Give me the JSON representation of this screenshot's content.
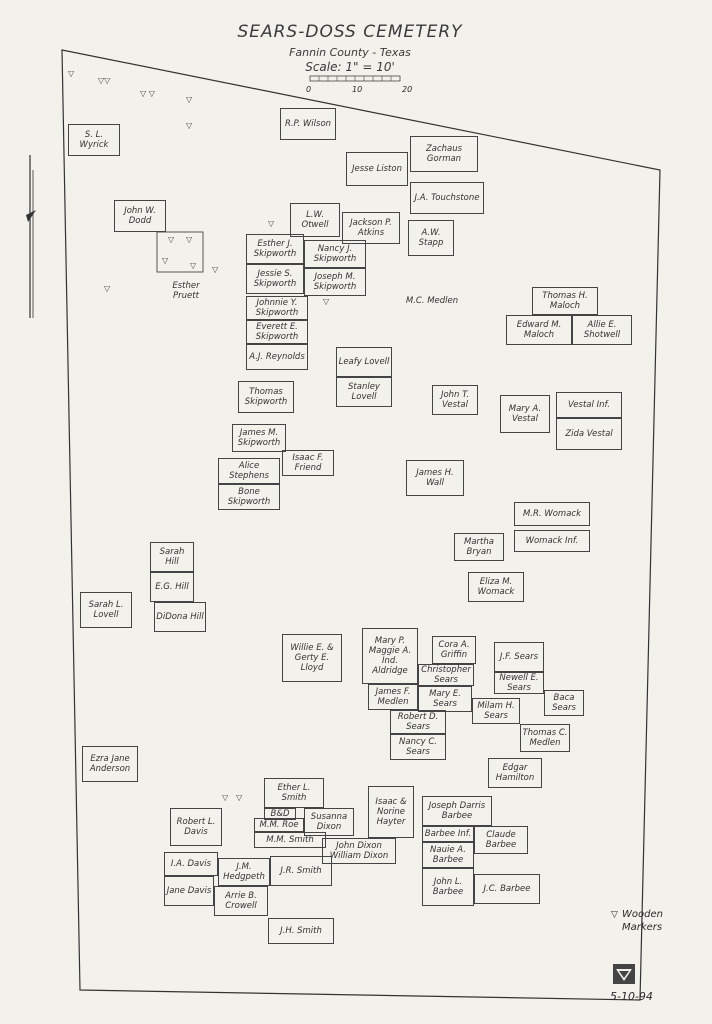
{
  "header": {
    "title": "SEARS-DOSS CEMETERY",
    "subtitle": "Fannin County - Texas",
    "scale": "Scale: 1\" = 10'",
    "scale_ticks": [
      "0",
      "10",
      "20"
    ]
  },
  "legend": {
    "marker": "▽",
    "label": "Wooden Markers"
  },
  "date": "5-10-94",
  "plots": [
    "S. L. Wyrick",
    "R.P. Wilson",
    "Zachaus Gorman",
    "Jesse Liston",
    "J.A. Touchstone",
    "John W. Dodd",
    "L.W. Otwell",
    "Jackson P. Atkins",
    "A.W. Stapp",
    "Esther J. Skipworth",
    "Nancy J. Skipworth",
    "Jessie S. Skipworth",
    "Joseph M. Skipworth",
    "Esther Pruett",
    "M.C. Medlen",
    "Thomas H. Maloch",
    "Edward M. Maloch",
    "Allie E. Shotwell",
    "Johnnie Y. Skipworth",
    "Everett E. Skipworth",
    "A.J. Reynolds",
    "Leafy Lovell",
    "Stanley Lovell",
    "Thomas Skipworth",
    "John T. Vestal",
    "Mary A. Vestal",
    "Vestal Inf.",
    "Zida Vestal",
    "James M. Skipworth",
    "Isaac F. Friend",
    "Alice Stephens",
    "Bone Skipworth",
    "James H. Wall",
    "M.R. Womack",
    "Womack Inf.",
    "Martha Bryan",
    "Sarah Hill",
    "E.G. Hill",
    "Eliza M. Womack",
    "Sarah L. Lovell",
    "DiDona Hill",
    "Willie E. & Gerty E. Lloyd",
    "Mary P. Maggie A. Ind. Aldridge",
    "Cora A. Griffin",
    "Christopher Sears",
    "J.F. Sears",
    "Newell E. Sears",
    "Baca Sears",
    "James F. Medlen",
    "Mary E. Sears",
    "Milam H. Sears",
    "Robert D. Sears",
    "Nancy C. Sears",
    "Thomas C. Medlen",
    "Ezra Jane Anderson",
    "Edgar Hamilton",
    "Ether L. Smith",
    "Isaac & Norine Hayter",
    "Joseph Darris Barbee",
    "B&D",
    "Robert L. Davis",
    "M.M. Roe",
    "Susanna Dixon",
    "M.M. Smith",
    "Barbee Inf.",
    "Claude Barbee",
    "John Dixon William Dixon",
    "Nauie A. Barbee",
    "I.A. Davis",
    "J.M. Hedgpeth",
    "J.R. Smith",
    "Jane Davis",
    "Arrie B. Crowell",
    "John L. Barbee",
    "J.C. Barbee",
    "J.H. Smith"
  ]
}
